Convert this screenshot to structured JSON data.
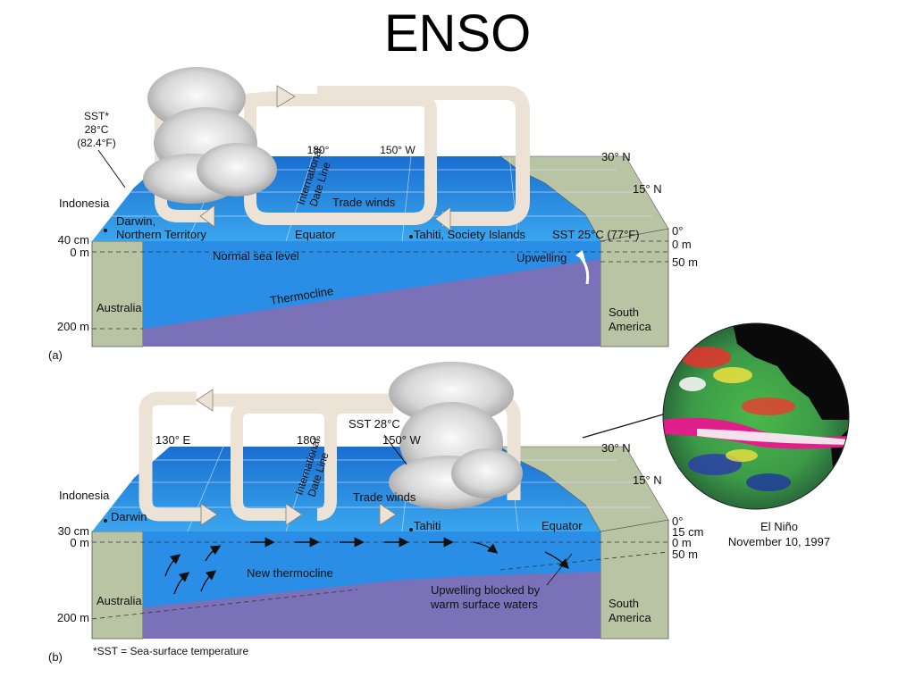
{
  "title": "ENSO",
  "panel_a": {
    "letter": "(a)",
    "sst_note": [
      "SST*",
      "28°C",
      "(82.4°F)"
    ],
    "lon_180": "180°",
    "lon_150w": "150° W",
    "date_line": [
      "International",
      "Date Line"
    ],
    "trade_winds": "Trade winds",
    "indonesia": "Indonesia",
    "darwin": [
      "Darwin,",
      "Northern Territory"
    ],
    "equator": "Equator",
    "tahiti": "Tahiti, Society Islands",
    "sst_east": "SST 25°C (77°F)",
    "lat_30n": "30° N",
    "lat_15n": "15° N",
    "lat_0": "0°",
    "left_40cm": "40 cm",
    "left_0m": "0 m",
    "right_0m": "0 m",
    "right_50m": "50 m",
    "normal_sea_level": "Normal sea level",
    "upwelling": "Upwelling",
    "thermocline": "Thermocline",
    "australia": "Australia",
    "south_america": [
      "South",
      "America"
    ],
    "left_200m": "200 m"
  },
  "panel_b": {
    "letter": "(b)",
    "lon_130e": "130° E",
    "lon_180": "180°",
    "sst": "SST 28°C",
    "lon_150w": "150° W",
    "date_line": [
      "International",
      "Date Line"
    ],
    "trade_winds": "Trade winds",
    "indonesia": "Indonesia",
    "darwin": "Darwin",
    "tahiti": "Tahiti",
    "equator": "Equator",
    "lat_30n": "30° N",
    "lat_15n": "15° N",
    "lat_0": "0°",
    "left_30cm": "30 cm",
    "left_0m": "0 m",
    "right_15cm": "15 cm",
    "right_0m": "0 m",
    "right_50m": "50 m",
    "new_thermocline": "New thermocline",
    "upwelling_blocked": [
      "Upwelling blocked by",
      "warm surface waters"
    ],
    "australia": "Australia",
    "south_america": [
      "South",
      "America"
    ],
    "left_200m": "200 m",
    "footnote": "*SST = Sea-surface temperature"
  },
  "globe": {
    "caption": [
      "El Niño",
      "November 10, 1997"
    ]
  },
  "colors": {
    "ocean_top": "#1f8fe0",
    "ocean_side": "#2a8ee6",
    "thermocline_layer": "#7b71b8",
    "land": "#b9c4a4",
    "arrow_fill": "#ece3d6"
  }
}
